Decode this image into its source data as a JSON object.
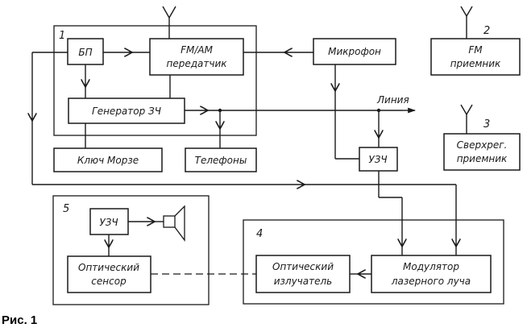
{
  "figure": {
    "caption": "Рис. 1",
    "groups": {
      "g1": "1",
      "g2": "2",
      "g3": "3",
      "g4": "4",
      "g5": "5"
    },
    "blocks": {
      "bp": [
        "БП"
      ],
      "transmitter": [
        "FM/AM",
        "передатчик"
      ],
      "generator": [
        "Генератор ЗЧ"
      ],
      "morse_key": [
        "Ключ  Морзе"
      ],
      "phones": [
        "Телефоны"
      ],
      "microphone": [
        "Микрофон"
      ],
      "amp_mid": [
        "УЗЧ"
      ],
      "fm_receiver": [
        "FM",
        "приемник"
      ],
      "regen_receiver": [
        "Сверхрег.",
        "приемник"
      ],
      "amp_rx": [
        "УЗЧ"
      ],
      "optical_sensor": [
        "Оптический",
        "сенсор"
      ],
      "optical_emitter": [
        "Оптический",
        "излучатель"
      ],
      "modulator": [
        "Модулятор",
        "лазерного луча"
      ]
    },
    "line_label": "Линия"
  }
}
